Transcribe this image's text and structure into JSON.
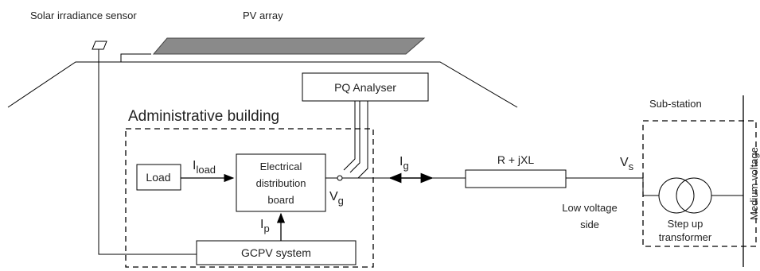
{
  "labels": {
    "sensor": "Solar irradiance sensor",
    "pv_array": "PV array",
    "pq_analyser": "PQ Analyser",
    "admin_building": "Administrative building",
    "substation": "Sub-station",
    "load": "Load",
    "board_line1": "Electrical",
    "board_line2": "distribution",
    "board_line3": "board",
    "gcpv": "GCPV system",
    "impedance": "R + jXL",
    "low_voltage_line1": "Low voltage",
    "low_voltage_line2": "side",
    "transformer_line1": "Step up",
    "transformer_line2": "transformer",
    "medium_voltage": "Medium voltage"
  },
  "symbols": {
    "i_load": {
      "main": "I",
      "sub": "load"
    },
    "i_p": {
      "main": "I",
      "sub": "p"
    },
    "i_g": {
      "main": "I",
      "sub": "g"
    },
    "v_g": {
      "main": "V",
      "sub": "g"
    },
    "v_s": {
      "main": "V",
      "sub": "s"
    }
  }
}
